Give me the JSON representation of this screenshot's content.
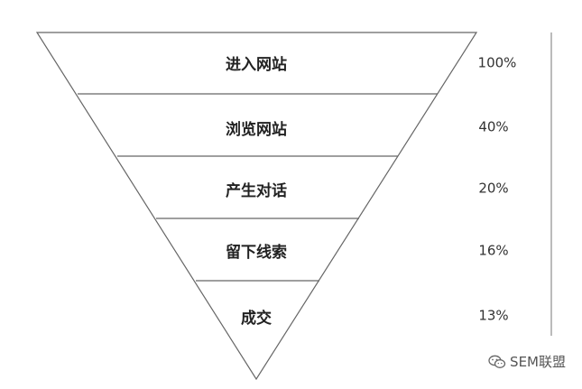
{
  "funnel": {
    "stages": [
      {
        "label": "进入网站",
        "percent": "100%",
        "value": 100
      },
      {
        "label": "浏览网站",
        "percent": "40%",
        "value": 40
      },
      {
        "label": "产生对话",
        "percent": "20%",
        "value": 20
      },
      {
        "label": "留下线索",
        "percent": "16%",
        "value": 16
      },
      {
        "label": "成交",
        "percent": "13%",
        "value": 13
      }
    ]
  },
  "watermark": {
    "text": "SEM联盟",
    "icon": "wechat-icon"
  },
  "colors": {
    "stroke": "#666666",
    "text": "#222222"
  }
}
